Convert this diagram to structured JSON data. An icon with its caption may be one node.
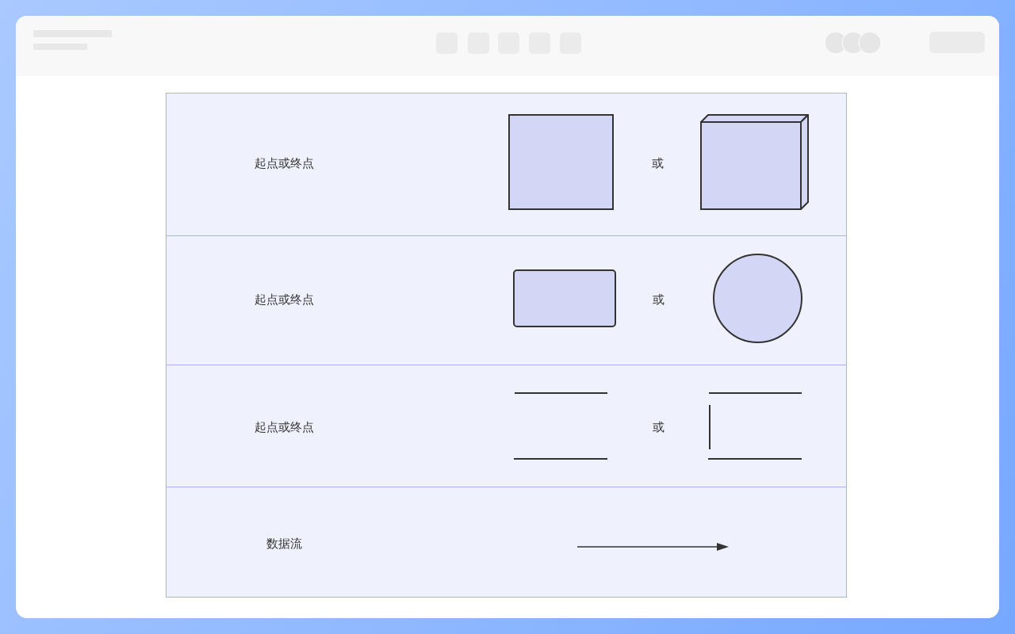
{
  "diagram": {
    "nodes": [
      {
        "text": [
          "起点或终点",
          "或"
        ]
      },
      {
        "text": [],
        "shape": "box",
        "in": 0
      },
      {
        "text": [],
        "shape": "cube",
        "in": 0
      },
      {
        "text": [
          "起点或终点",
          "或"
        ]
      },
      {
        "text": [],
        "shape": "box",
        "in": 3
      },
      {
        "text": [],
        "shape": "circle",
        "in": 3
      },
      {
        "text": [
          "起点或终点",
          "或"
        ]
      },
      {
        "text": [],
        "shape": "lines",
        "in": 6
      },
      {
        "text": [],
        "shape": "bracket",
        "in": 6
      },
      {
        "text": [
          "数据流"
        ]
      },
      {
        "text": [],
        "shape": "arrow",
        "in": 9
      }
    ]
  }
}
